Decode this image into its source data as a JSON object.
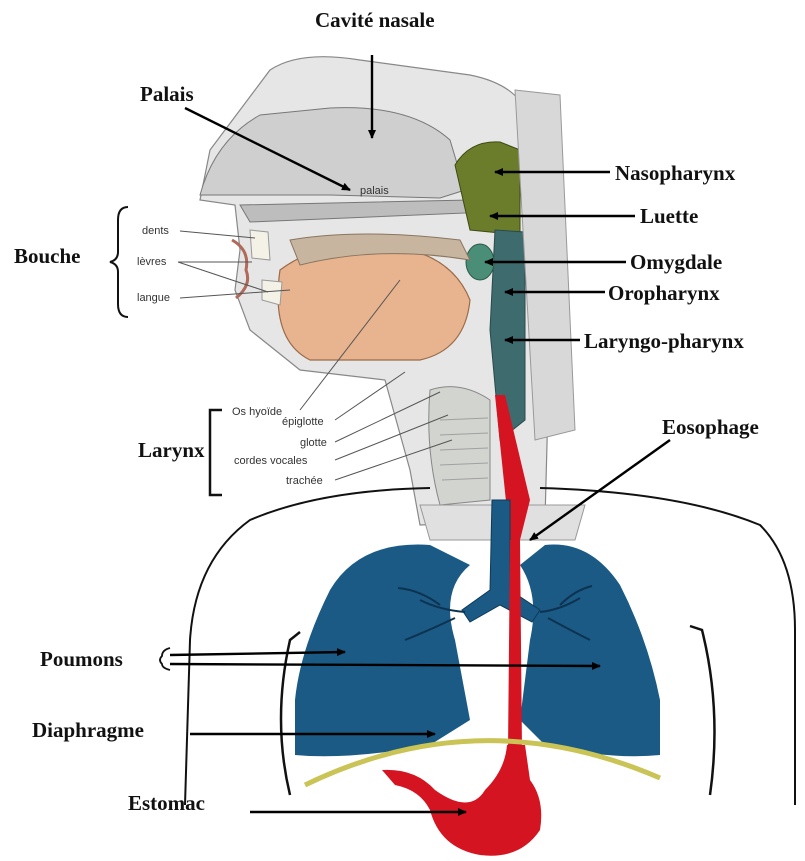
{
  "labels": {
    "cavite_nasale": "Cavité nasale",
    "palais": "Palais",
    "nasopharynx": "Nasopharynx",
    "luette": "Luette",
    "bouche": "Bouche",
    "omygdale": "Omygdale",
    "oropharynx": "Oropharynx",
    "laryngo_pharynx": "Laryngo-pharynx",
    "larynx": "Larynx",
    "eosophage": "Eosophage",
    "poumons": "Poumons",
    "diaphragme": "Diaphragme",
    "estomac": "Estomac"
  },
  "small_labels": {
    "palais": "palais",
    "dents": "dents",
    "levres": "lèvres",
    "langue": "langue",
    "os_hyoide": "Os hyoïde",
    "epiglotte": "épiglotte",
    "glotte": "glotte",
    "cordes_vocales": "cordes vocales",
    "trachee": "trachée"
  },
  "colors": {
    "lung": "#1a5a85",
    "esophagus_stomach": "#d41420",
    "diaphragm": "#c9c455",
    "nasopharynx": "#6b7d2a",
    "tissue": "#d9d9d9",
    "tongue": "#e8b48f"
  }
}
